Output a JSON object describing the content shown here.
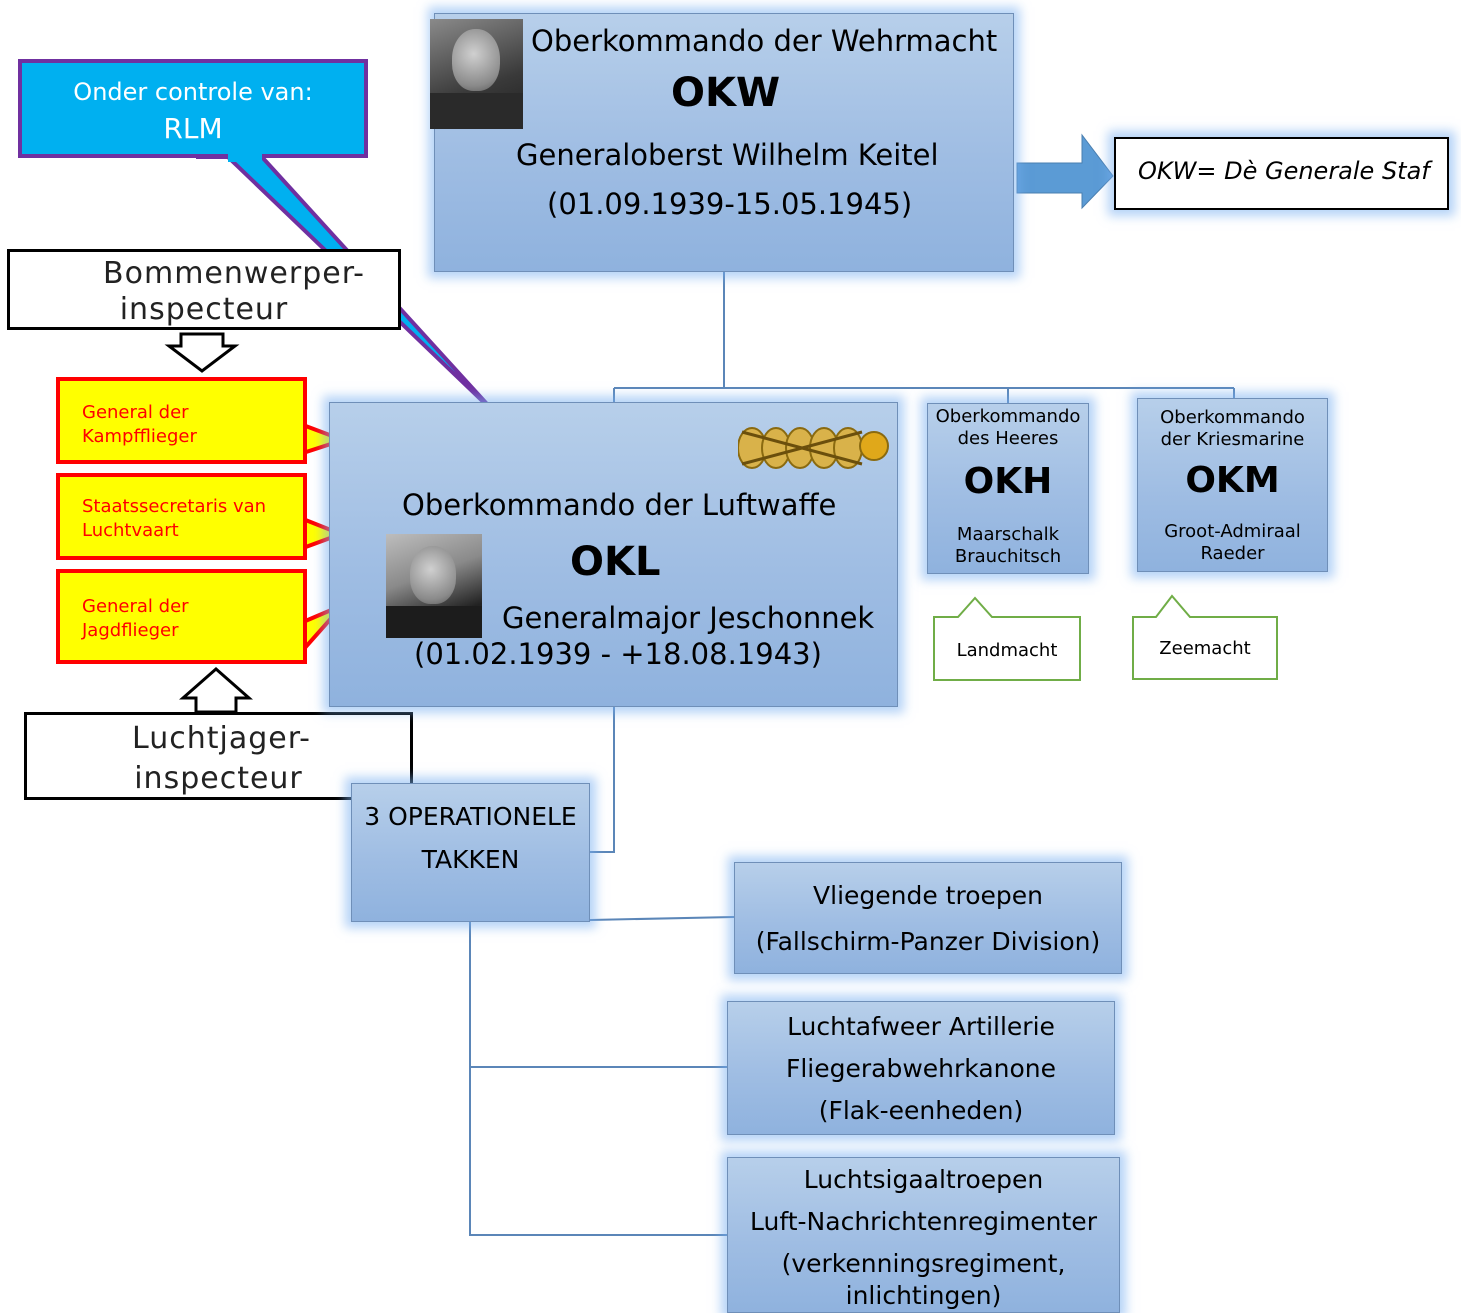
{
  "okw": {
    "name": "Oberkommando der Wehrmacht",
    "abbr": "OKW",
    "commander": "Generaloberst  Wilhelm Keitel",
    "period": "(01.09.1939-15.05.1945)",
    "note": "OKW= Dè Generale Staf"
  },
  "callout": {
    "line1": "Onder controle van:",
    "line2": "RLM"
  },
  "okl": {
    "name": "Oberkommando der Luftwaffe",
    "abbr": "OKL",
    "commander": "Generalmajor Jeschonnek",
    "period": "(01.02.1939 - +18.08.1943)"
  },
  "okh": {
    "line1": "Oberkommando",
    "line2": "des Heeres",
    "abbr": "OKH",
    "cmd1": "Maarschalk",
    "cmd2": "Brauchitsch",
    "tag": "Landmacht"
  },
  "okm": {
    "line1": "Oberkommando",
    "line2": "der Kriesmarine",
    "abbr": "OKM",
    "cmd1": "Groot-Admiraal",
    "cmd2": "Raeder",
    "tag": "Zeemacht"
  },
  "inspectors": {
    "bomber1": "Bommenwerper-",
    "bomber2": "inspecteur",
    "fighter1": "Luchtjager-",
    "fighter2": "inspecteur"
  },
  "generals": [
    {
      "l1": "General der",
      "l2": "Kampfflieger"
    },
    {
      "l1": "Staatssecretaris van",
      "l2": "Luchtvaart"
    },
    {
      "l1": "General der",
      "l2": "Jagdflieger"
    }
  ],
  "branches": {
    "title1": "3 OPERATIONELE",
    "title2": "TAKKEN",
    "b1": {
      "l1": "Vliegende troepen",
      "l2": "(Fallschirm-Panzer Division)"
    },
    "b2": {
      "l1": "Luchtafweer Artillerie",
      "l2": "Fliegerabwehrkanone",
      "l3": "(Flak-eenheden)"
    },
    "b3": {
      "l1": "Luchtsigaaltroepen",
      "l2": "Luft-Nachrichtenregimenter",
      "l3": "(verkenningsregiment,",
      "l4": "inlichtingen)"
    }
  },
  "colors": {
    "box_fill": "#a4c1e4",
    "callout": "#00b0f0",
    "callout_border": "#7030a0",
    "general_fill": "#ffff00",
    "general_border": "#ff0000",
    "tag_border": "#70ad47",
    "arrow": "#5b9bd5"
  }
}
